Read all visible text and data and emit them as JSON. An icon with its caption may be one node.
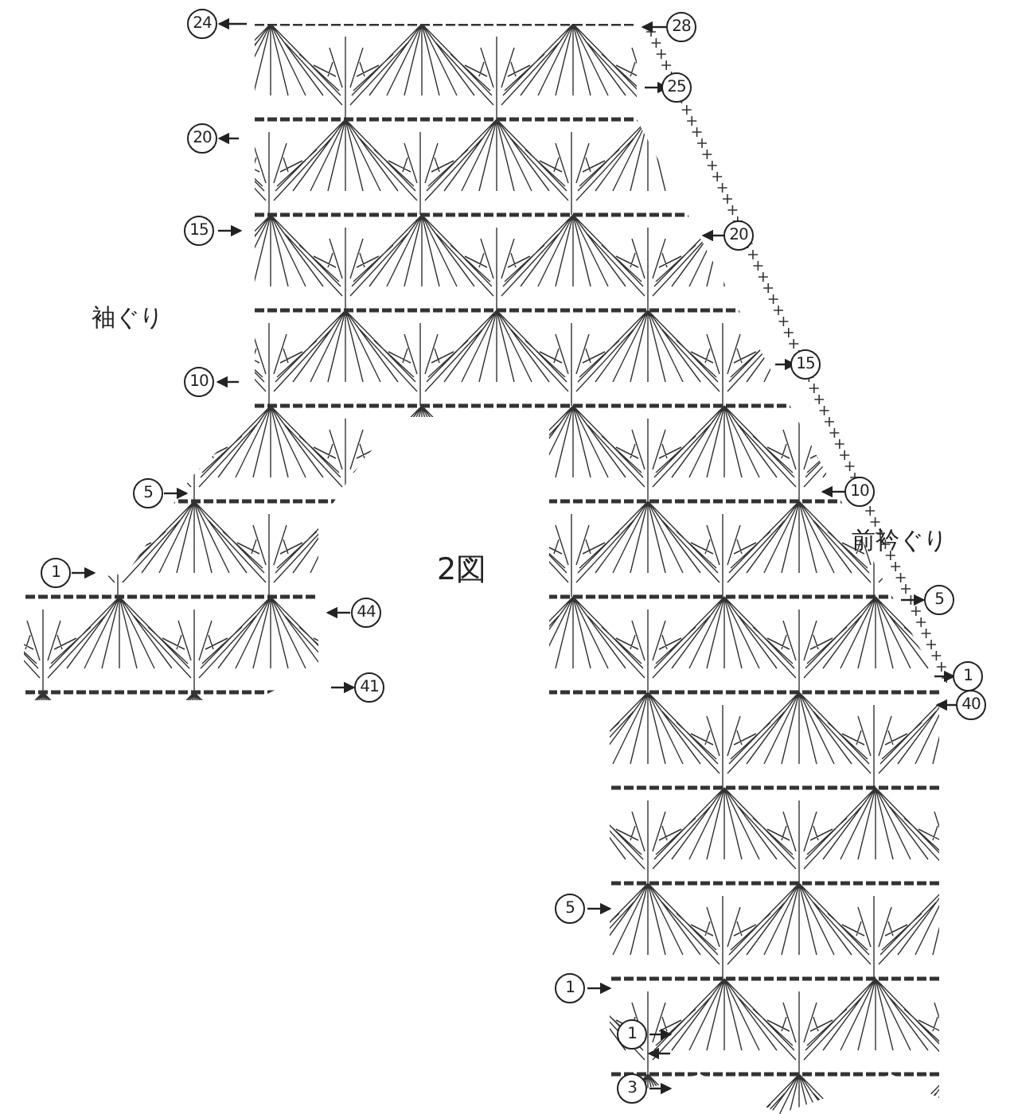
{
  "diagram": {
    "labels": [
      "24",
      "28",
      "25",
      "20",
      "15",
      "20",
      "袖ぐり",
      "15",
      "10",
      "10",
      "5",
      "前衿ぐり",
      "2図",
      "1",
      "44",
      "5",
      "41",
      "1",
      "40",
      "5",
      "1",
      "1",
      "3"
    ]
  }
}
